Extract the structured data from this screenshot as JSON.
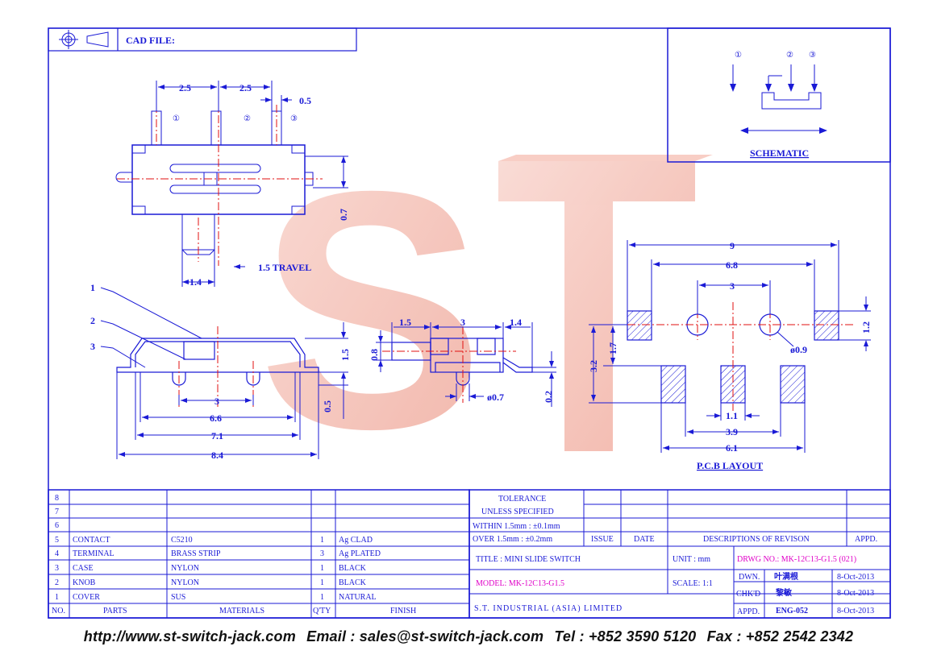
{
  "header": {
    "cad_file_label": "CAD FILE:"
  },
  "schematic": {
    "title": "SCHEMATIC",
    "terminals": [
      "①",
      "②",
      "③"
    ]
  },
  "top_view": {
    "dims": [
      "2.5",
      "2.5",
      "0.5",
      "0.7",
      "1.4",
      "1.5 TRAVEL"
    ],
    "terminals": [
      "①",
      "②",
      "③"
    ]
  },
  "side_view": {
    "callouts": [
      "1",
      "2",
      "3"
    ],
    "dims": [
      "1.5",
      "0.5",
      "3",
      "6.6",
      "7.1",
      "8.4"
    ]
  },
  "end_view": {
    "dims": [
      "1.5",
      "3",
      "1.4",
      "0.8",
      "0.2",
      "ø0.7"
    ]
  },
  "pcb": {
    "title": "P.C.B LAYOUT",
    "dims": [
      "9",
      "6.8",
      "3",
      "1.2",
      "1.7",
      "3.2",
      "ø0.9",
      "1.1",
      "3.9",
      "6.1"
    ]
  },
  "watermark": "ST",
  "bom": {
    "headers": [
      "NO.",
      "PARTS",
      "MATERIALS",
      "Q'TY",
      "FINISH"
    ],
    "rows": [
      {
        "no": "8",
        "part": "",
        "material": "",
        "qty": "",
        "finish": ""
      },
      {
        "no": "7",
        "part": "",
        "material": "",
        "qty": "",
        "finish": ""
      },
      {
        "no": "6",
        "part": "",
        "material": "",
        "qty": "",
        "finish": ""
      },
      {
        "no": "5",
        "part": "CONTACT",
        "material": "C5210",
        "qty": "1",
        "finish": "Ag CLAD"
      },
      {
        "no": "4",
        "part": "TERMINAL",
        "material": "BRASS STRIP",
        "qty": "3",
        "finish": "Ag PLATED"
      },
      {
        "no": "3",
        "part": "CASE",
        "material": "NYLON",
        "qty": "1",
        "finish": "BLACK"
      },
      {
        "no": "2",
        "part": "KNOB",
        "material": "NYLON",
        "qty": "1",
        "finish": "BLACK"
      },
      {
        "no": "1",
        "part": "COVER",
        "material": "SUS",
        "qty": "1",
        "finish": "NATURAL"
      }
    ]
  },
  "tolerance": {
    "line1": "TOLERANCE",
    "line2": "UNLESS SPECIFIED",
    "line3": "WITHIN 1.5mm : ±0.1mm",
    "line4": "OVER 1.5mm : ±0.2mm"
  },
  "revision": {
    "issue": "ISSUE",
    "date": "DATE",
    "desc": "DESCRIPTIONS OF REVISON",
    "appd": "APPD."
  },
  "title_block": {
    "title": "TITLE : MINI SLIDE SWITCH",
    "model": "MODEL: MK-12C13-G1.5",
    "company": "S.T. INDUSTRIAL (ASIA) LIMITED",
    "unit": "UNIT : mm",
    "scale": "SCALE: 1:1",
    "drwg_no": "DRWG NO.: MK-12C13-G1.5 (021)",
    "dwn_label": "DWN.",
    "dwn_name": "叶满根",
    "dwn_date": "8-Oct-2013",
    "chk_label": "CHK'D",
    "chk_name": "黎敏",
    "chk_date": "8-Oct-2013",
    "appd_label": "APPD.",
    "appd_name": "ENG-052",
    "appd_date": "8-Oct-2013"
  },
  "footer": {
    "url": "http://www.st-switch-jack.com",
    "email": "Email : sales@st-switch-jack.com",
    "tel": "Tel : +852 3590 5120",
    "fax": "Fax : +852 2542 2342"
  },
  "colors": {
    "line": "#1a1ad6",
    "center": "#e01010",
    "model": "#e000c8",
    "watermark": "#f4b3a8"
  }
}
